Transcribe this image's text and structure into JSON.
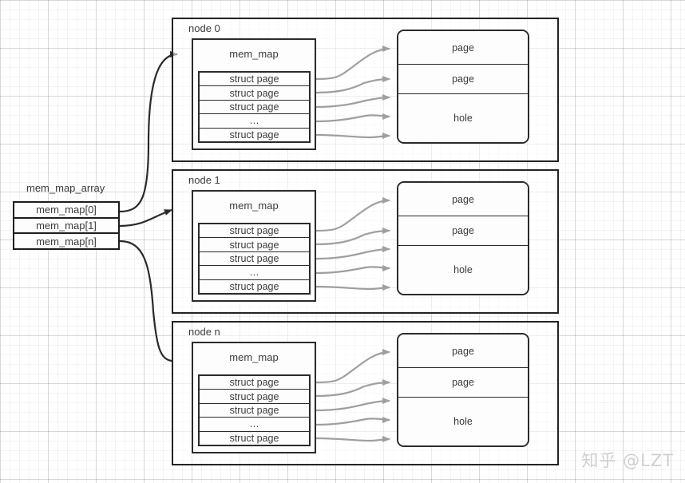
{
  "diagram": {
    "title": "mem_map_array node mem_map page diagram",
    "watermark": "知乎 @LZT",
    "colors": {
      "stroke": "#2b2b2b",
      "text": "#3b3b3b",
      "background": "#ffffff",
      "grid_minor": "rgba(0,0,0,0.045)",
      "grid_major": "rgba(0,0,0,0.115)",
      "watermark": "#cfcfcf"
    }
  },
  "array": {
    "title": "mem_map_array",
    "entries": [
      {
        "label": "mem_map[0]"
      },
      {
        "label": "mem_map[1]"
      },
      {
        "label": "mem_map[n]"
      }
    ]
  },
  "nodes": [
    {
      "label": "node 0",
      "mem_map": {
        "title": "mem_map",
        "rows": [
          "struct page",
          "struct page",
          "struct page",
          "…",
          "struct page"
        ]
      },
      "pages": [
        {
          "label": "page"
        },
        {
          "label": "page"
        },
        {
          "label": "hole"
        }
      ]
    },
    {
      "label": "node 1",
      "mem_map": {
        "title": "mem_map",
        "rows": [
          "struct page",
          "struct page",
          "struct page",
          "…",
          "struct page"
        ]
      },
      "pages": [
        {
          "label": "page"
        },
        {
          "label": "page"
        },
        {
          "label": "hole"
        }
      ]
    },
    {
      "label": "node n",
      "mem_map": {
        "title": "mem_map",
        "rows": [
          "struct page",
          "struct page",
          "struct page",
          "…",
          "struct page"
        ]
      },
      "pages": [
        {
          "label": "page"
        },
        {
          "label": "page"
        },
        {
          "label": "hole"
        }
      ]
    }
  ]
}
